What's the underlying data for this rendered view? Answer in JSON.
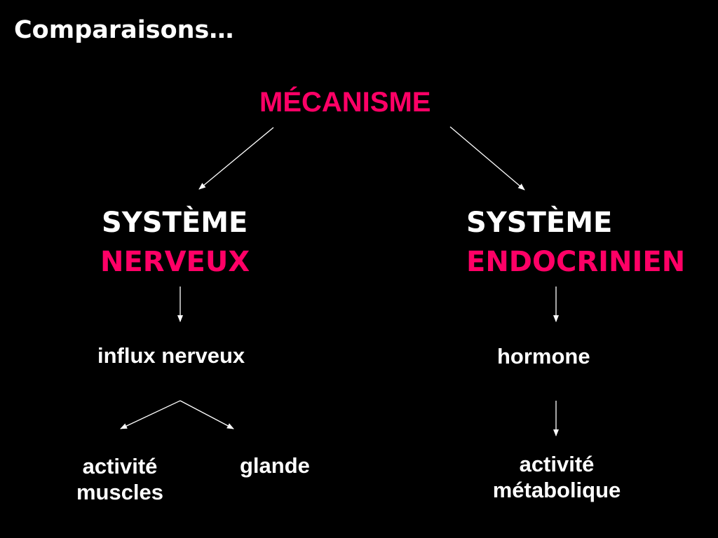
{
  "slide_title": "Comparaisons…",
  "root": "MÉCANISME",
  "left": {
    "line1": "SYSTÈME",
    "line2": "NERVEUX",
    "signal": "influx nerveux",
    "target_a": [
      "activité",
      "muscles"
    ],
    "target_b": "glande"
  },
  "right": {
    "line1": "SYSTÈME",
    "line2": "ENDOCRINIEN",
    "signal": "hormone",
    "target": [
      "activité",
      "métabolique"
    ]
  },
  "colors": {
    "background": "#000000",
    "text": "#ffffff",
    "accent": "#ff0066",
    "arrow": "#ffffff"
  }
}
